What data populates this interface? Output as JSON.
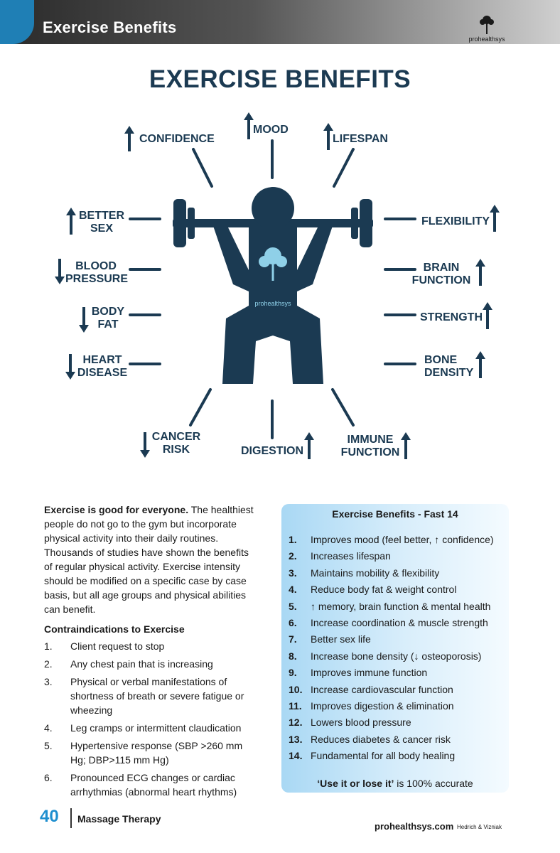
{
  "header": {
    "title": "Exercise Benefits",
    "logo_text": "prohealthsys"
  },
  "infographic": {
    "title": "EXERCISE BENEFITS",
    "figure_logo_text": "prohealthsys",
    "labels": {
      "confidence": "CONFIDENCE",
      "mood": "MOOD",
      "lifespan": "LIFESPAN",
      "better_sex_1": "BETTER",
      "better_sex_2": "SEX",
      "blood_pressure_1": "BLOOD",
      "blood_pressure_2": "PRESSURE",
      "body_fat_1": "BODY",
      "body_fat_2": "FAT",
      "heart_disease_1": "HEART",
      "heart_disease_2": "DISEASE",
      "cancer_risk_1": "CANCER",
      "cancer_risk_2": "RISK",
      "digestion": "DIGESTION",
      "immune_function_1": "IMMUNE",
      "immune_function_2": "FUNCTION",
      "flexibility": "FLEXIBILITY",
      "brain_function_1": "BRAIN",
      "brain_function_2": "FUNCTION",
      "strength": "STRENGTH",
      "bone_density_1": "BONE",
      "bone_density_2": "DENSITY"
    }
  },
  "intro": {
    "bold": "Exercise is good for everyone.",
    "text": " The healthiest people do not go to the gym but incorporate physical activity into their daily routines. Thousands of studies have shown the benefits of regular physical activity. Exercise intensity should be modified on a specific case by case basis, but all age groups and physical abilities can benefit."
  },
  "contraindications": {
    "title": "Contraindications to Exercise",
    "items": [
      {
        "num": "1.",
        "text": "Client request to stop"
      },
      {
        "num": "2.",
        "text": "Any chest pain that is increasing"
      },
      {
        "num": "3.",
        "text": "Physical or verbal manifestations of shortness of breath or severe fatigue or wheezing"
      },
      {
        "num": "4.",
        "text": "Leg cramps or intermittent claudication"
      },
      {
        "num": "5.",
        "text": "Hypertensive response (SBP >260 mm Hg; DBP>115 mm Hg)"
      },
      {
        "num": "6.",
        "text": "Pronounced ECG changes or cardiac arrhythmias (abnormal heart rhythms)"
      }
    ]
  },
  "fast14": {
    "title": "Exercise Benefits - Fast 14",
    "items": [
      {
        "num": "1.",
        "text": "Improves mood (feel better, ↑ confidence)"
      },
      {
        "num": "2.",
        "text": "Increases lifespan"
      },
      {
        "num": "3.",
        "text": "Maintains mobility & flexibility"
      },
      {
        "num": "4.",
        "text": "Reduce body fat & weight control"
      },
      {
        "num": "5.",
        "text": "↑ memory, brain function & mental health"
      },
      {
        "num": "6.",
        "text": "Increase coordination & muscle strength"
      },
      {
        "num": "7.",
        "text": "Better sex life"
      },
      {
        "num": "8.",
        "text": "Increase bone density (↓ osteoporosis)"
      },
      {
        "num": "9.",
        "text": "Improves immune function"
      },
      {
        "num": "10.",
        "text": "Increase cardiovascular function"
      },
      {
        "num": "11.",
        "text": "Improves digestion & elimination"
      },
      {
        "num": "12.",
        "text": "Lowers blood pressure"
      },
      {
        "num": "13.",
        "text": "Reduces diabetes & cancer risk"
      },
      {
        "num": "14.",
        "text": "Fundamental for all body healing"
      }
    ],
    "footer_bold": "‘Use it or lose it’",
    "footer_text": " is 100% accurate"
  },
  "footer": {
    "page_number": "40",
    "section": "Massage Therapy",
    "site": "prohealthsys.com",
    "authors": "Hedrich & Vizniak"
  },
  "colors": {
    "navy": "#1b3a52",
    "accent_blue": "#1f8fcf",
    "figure_tree": "#8fd0e8"
  }
}
